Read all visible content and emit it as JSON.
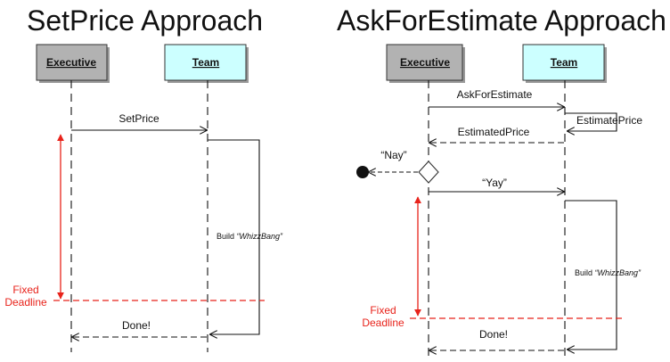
{
  "left": {
    "title": "SetPrice Approach",
    "executive": "Executive",
    "team": "Team",
    "set_price": "SetPrice",
    "build_prefix": "Build ",
    "build_name": "“WhizzBang”",
    "deadline_line1": "Fixed",
    "deadline_line2": "Deadline",
    "done": "Done!"
  },
  "right": {
    "title": "AskForEstimate Approach",
    "executive": "Executive",
    "team": "Team",
    "ask_for_estimate": "AskForEstimate",
    "estimate_price": "EstimatePrice",
    "estimated_price": "EstimatedPrice",
    "nay": "“Nay”",
    "yay": "“Yay”",
    "build_prefix": "Build ",
    "build_name": "“WhizzBang”",
    "deadline_line1": "Fixed",
    "deadline_line2": "Deadline",
    "done": "Done!"
  },
  "colors": {
    "executive_fill": "#b2b2b2",
    "team_fill": "#ccffff",
    "deadline_red": "#e8231b",
    "line": "#111111"
  }
}
